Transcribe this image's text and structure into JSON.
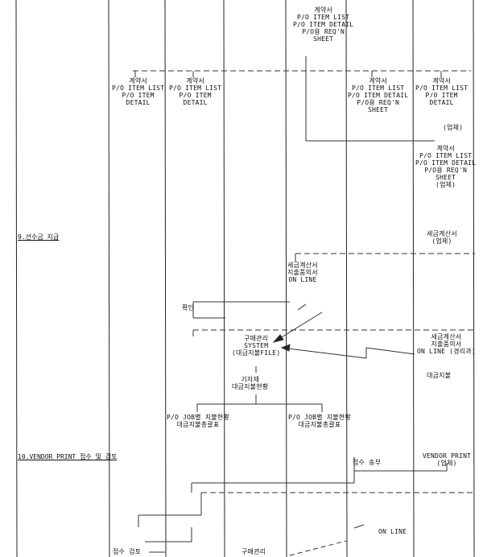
{
  "blocks": {
    "b1": [
      "계약서",
      "P/O ITEM LIST",
      "P/O ITEM DETAIL",
      "P/O용 REQ'N",
      "SHEET"
    ],
    "b2": [
      "계약서",
      "P/O ITEM LIST",
      "P/O ITEM",
      "DETAIL"
    ],
    "b3": [
      "계약서",
      "P/O ITEM LIST",
      "P/O ITEM",
      "DETAIL"
    ],
    "b4": [
      "계약서",
      "P/O ITEM LIST",
      "P/O ITEM DETAIL",
      "P/O용 REQ'N",
      "SHEET"
    ],
    "b5": [
      "계약서",
      "P/O ITEM LIST",
      "P/O ITEM",
      "DETAIL"
    ],
    "b6": [
      "(업체)"
    ],
    "b7": [
      "계약서",
      "P/O ITEM LIST",
      "P/O ITEM DETAIL",
      "P/O용 REQ'N",
      "SHEET",
      "(업체)"
    ],
    "b8": [
      "세금계산서",
      "(업체)"
    ],
    "b9": [
      "세금계산서",
      "지출품의서",
      "ON LINE"
    ],
    "b10": [
      "확인"
    ],
    "b11": [
      "구매관리",
      "SYSTEM",
      "(대금지불FILE)"
    ],
    "b12": [
      "세금계산서",
      "지출품의서",
      "ON LINE (경리과)"
    ],
    "b13": [
      "대금지불"
    ],
    "b14": [
      "기자재",
      "대금지불현황"
    ],
    "b15": [
      "P/O JOB별 지불현황",
      "대금지불총괄표"
    ],
    "b16": [
      "P/O JOB별 지불현황",
      "대금지불총괄표"
    ],
    "b17": [
      "VENDOR PRINT",
      "(업체)"
    ],
    "b18": [
      "접수 송부"
    ],
    "b19": [
      "ON LINE"
    ],
    "b20": [
      "접수 검토"
    ],
    "b21": [
      "구매관리"
    ]
  },
  "steps": {
    "s9": "9.선수금 지급",
    "s10": "10.VENDOR PRINT 접수 및 검토"
  }
}
